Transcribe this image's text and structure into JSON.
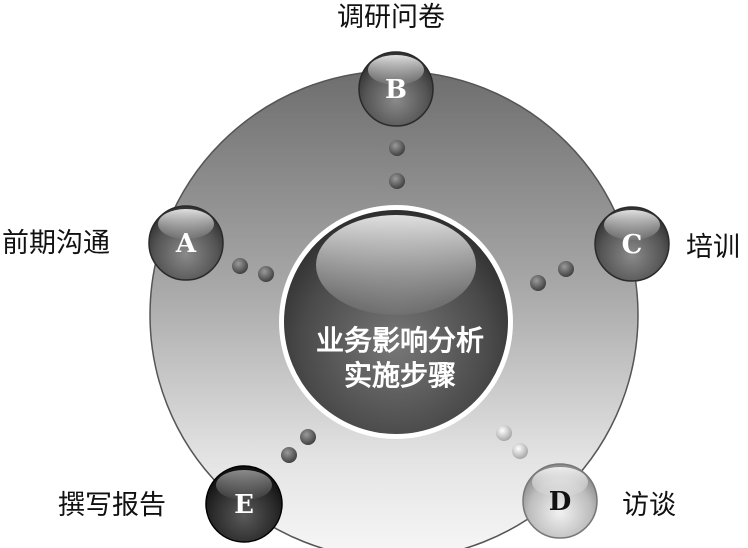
{
  "center": {
    "line1": "业务影响分析",
    "line2": "实施步骤"
  },
  "nodes": [
    {
      "letter": "A",
      "label": "前期沟通"
    },
    {
      "letter": "B",
      "label": "调研问卷"
    },
    {
      "letter": "C",
      "label": "培训"
    },
    {
      "letter": "D",
      "label": "访谈"
    },
    {
      "letter": "E",
      "label": "撰写报告"
    }
  ]
}
